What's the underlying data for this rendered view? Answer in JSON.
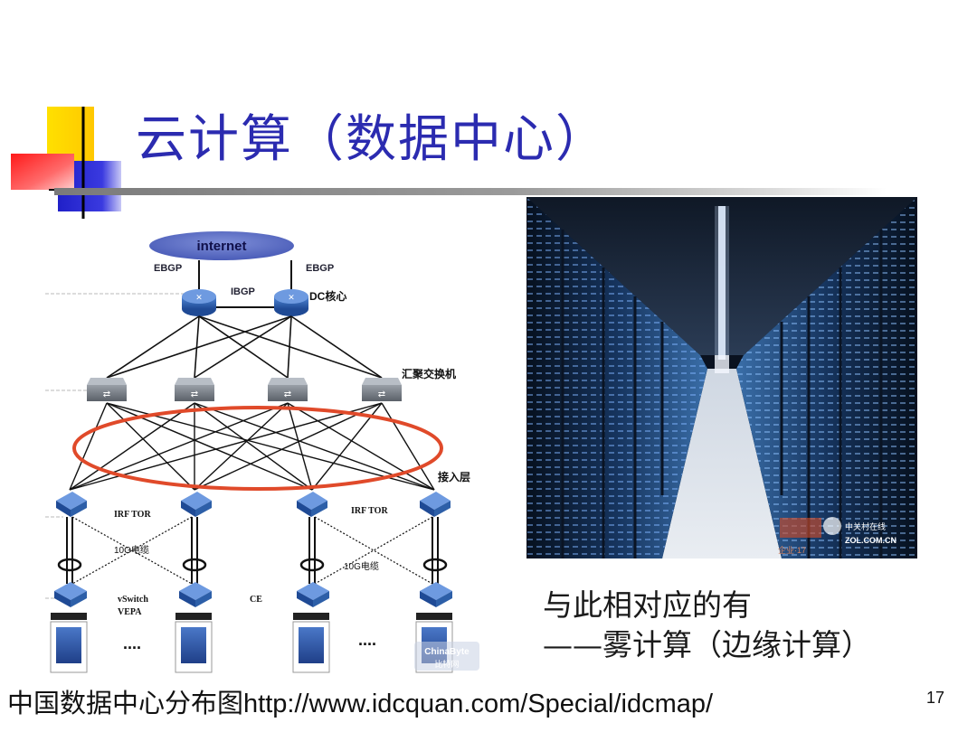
{
  "slide": {
    "title": "云计算（数据中心）",
    "caption_line1": "与此相对应的有",
    "caption_line2": "——雾计算（边缘计算）",
    "footer_prefix": "中国数据中心分布图",
    "footer_url": "http://www.idcquan.com/Special/idcmap/",
    "page_number": "17"
  },
  "diagram": {
    "cloud_label": "internet",
    "ebgp_left": "EBGP",
    "ebgp_right": "EBGP",
    "ibgp": "IBGP",
    "core_label": "DC核心",
    "aggregation_label": "汇聚交换机",
    "access_label": "接入层",
    "tor_left": "IRF TOR",
    "tor_right": "IRF TOR",
    "cable_left": "10G电缆",
    "cable_right": "10G电缆",
    "vswitch": "vSwitch",
    "vepa": "VEPA",
    "ce": "CE",
    "ellipsis_left": "....",
    "ellipsis_right": "....",
    "watermark_line1": "ChinaByte",
    "watermark_line2": "比特网"
  },
  "photo": {
    "watermark_brand": "中关村在线",
    "watermark_url": "ZOL.COM.CN",
    "watermark_tag": "企业·17"
  },
  "colors": {
    "title": "#2b2bb0",
    "router_blue": "#2d5fa8",
    "ring_red": "#e04a2a",
    "deco_yellow": "#ffd400",
    "deco_red": "#ff2a2a",
    "deco_blue": "#2b2bd0"
  }
}
